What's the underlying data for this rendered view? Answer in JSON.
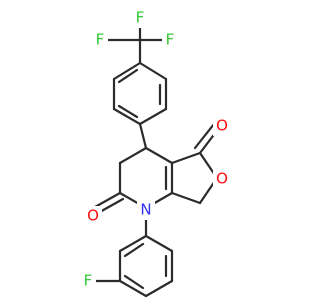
{
  "atoms": {
    "F_top": {
      "text": "F",
      "color": "#32c832"
    },
    "F_left": {
      "text": "F",
      "color": "#32c832"
    },
    "F_right": {
      "text": "F",
      "color": "#32c832"
    },
    "O_lactone_carbonyl": {
      "text": "O",
      "color": "#ff0d0d"
    },
    "O_ring": {
      "text": "O",
      "color": "#ff0d0d"
    },
    "O_amide": {
      "text": "O",
      "color": "#ff0d0d"
    },
    "N": {
      "text": "N",
      "color": "#3030f0"
    },
    "F_bottom": {
      "text": "F",
      "color": "#32c832"
    }
  },
  "colors": {
    "bond": "#2b2b2b",
    "background": "#ffffff"
  }
}
